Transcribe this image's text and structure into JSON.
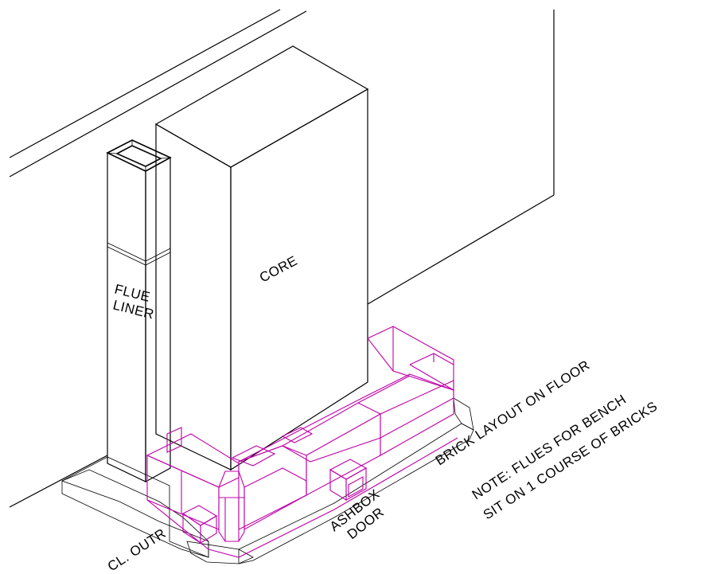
{
  "labels": {
    "core": "CORE",
    "flue_liner_line1": "FLUE",
    "flue_liner_line2": "LINER",
    "brick_layout": "BRICK LAYOUT ON FLOOR",
    "note_line1": "NOTE: FLUES FOR BENCH",
    "note_line2": "SIT ON 1 COURSE OF BRICKS",
    "ashbox_line1": "ASHBOX",
    "ashbox_line2": "DOOR",
    "cl_outr": "CL. OUTR"
  },
  "colors": {
    "linework": "#000000",
    "brick_outline": "#c000a8",
    "background": "#ffffff"
  }
}
